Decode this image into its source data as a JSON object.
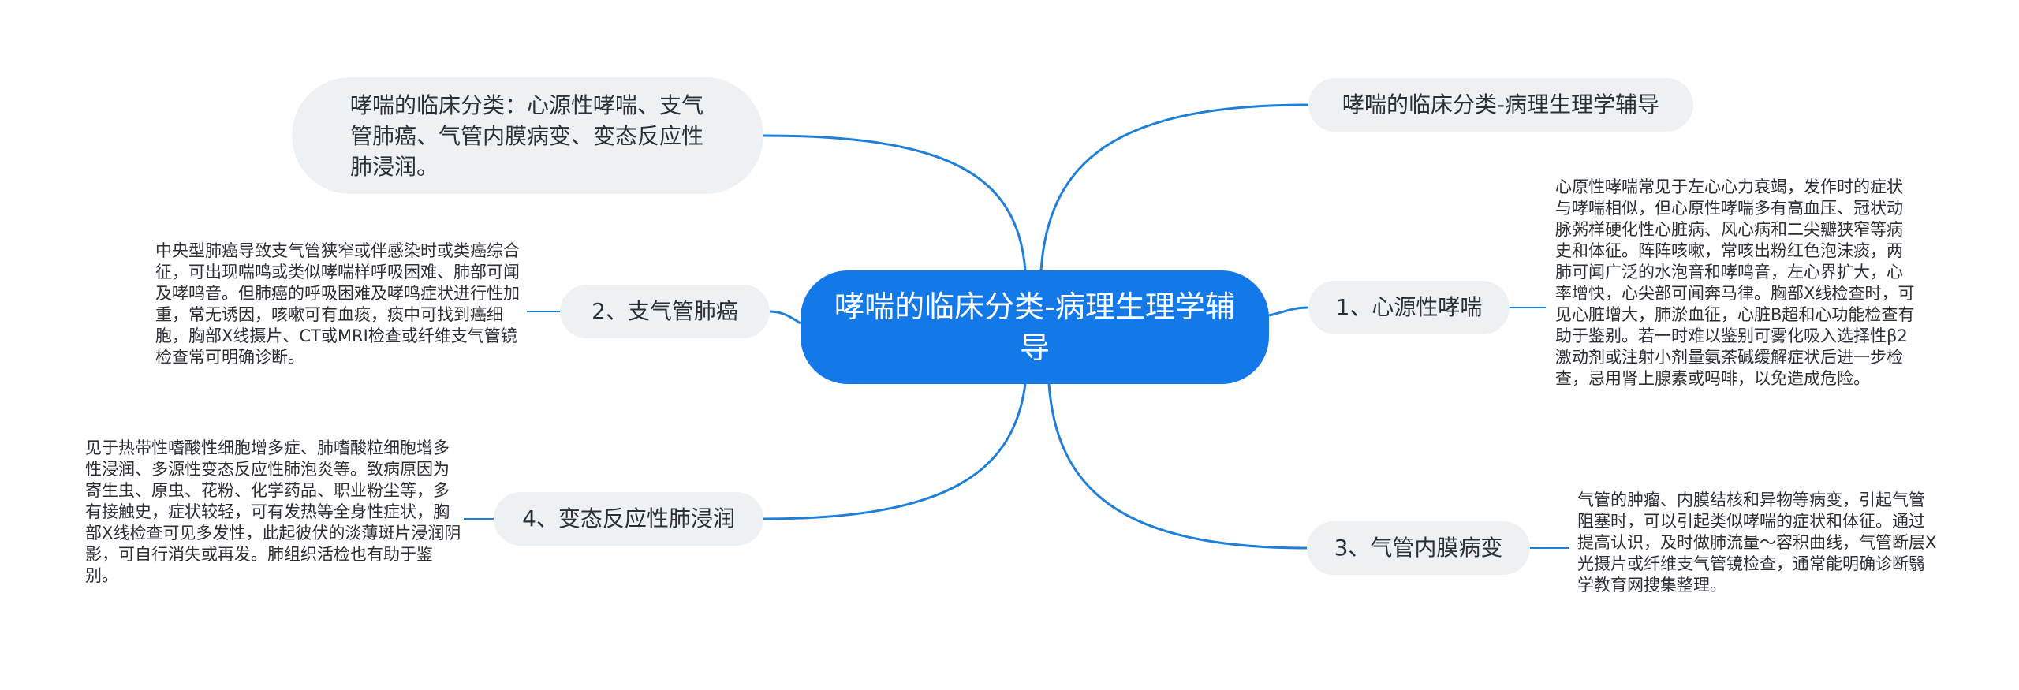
{
  "center": {
    "label": "哮喘的临床分类-病理生理学辅导"
  },
  "top_left_note": {
    "text": "哮喘的临床分类：心源性哮喘、支气管肺癌、气管内膜病变、变态反应性肺浸润。"
  },
  "title_topic": {
    "label": "哮喘的临床分类-病理生理学辅导"
  },
  "branches": [
    {
      "label": "1、心源性哮喘",
      "detail": "心原性哮喘常见于左心心力衰竭，发作时的症状与哮喘相似，但心原性哮喘多有高血压、冠状动脉粥样硬化性心脏病、风心病和二尖瓣狭窄等病史和体征。阵阵咳嗽，常咳出粉红色泡沫痰，两肺可闻广泛的水泡音和哮鸣音，左心界扩大，心率增快，心尖部可闻奔马律。胸部X线检查时，可见心脏增大，肺淤血征，心脏B超和心功能检查有助于鉴别。若一时难以鉴别可雾化吸入选择性β2激动剂或注射小剂量氨茶碱缓解症状后进一步检查，忌用肾上腺素或吗啡，以免造成危险。"
    },
    {
      "label": "2、支气管肺癌",
      "detail": "中央型肺癌导致支气管狭窄或伴感染时或类癌综合征，可出现喘鸣或类似哮喘样呼吸困难、肺部可闻及哮鸣音。但肺癌的呼吸困难及哮鸣症状进行性加重，常无诱因，咳嗽可有血痰，痰中可找到癌细胞，胸部X线摄片、CT或MRI检查或纤维支气管镜检查常可明确诊断。"
    },
    {
      "label": "3、气管内膜病变",
      "detail": "气管的肿瘤、内膜结核和异物等病变，引起气管阻塞时，可以引起类似哮喘的症状和体征。通过提高认识，及时做肺流量～容积曲线，气管断层X光摄片或纤维支气管镜检查，通常能明确诊断翳学教育网搜集整理。"
    },
    {
      "label": "4、变态反应性肺浸润",
      "detail": "见于热带性嗜酸性细胞增多症、肺嗜酸粒细胞增多性浸润、多源性变态反应性肺泡炎等。致病原因为寄生虫、原虫、花粉、化学药品、职业粉尘等，多有接触史，症状较轻，可有发热等全身性症状，胸部X线检查可见多发性，此起彼伏的淡薄斑片浸润阴影，可自行消失或再发。肺组织活检也有助于鉴别。"
    }
  ],
  "colors": {
    "center_fill": "#1479e8",
    "topic_fill": "#eef1f4",
    "line": "#1f7fd8"
  }
}
